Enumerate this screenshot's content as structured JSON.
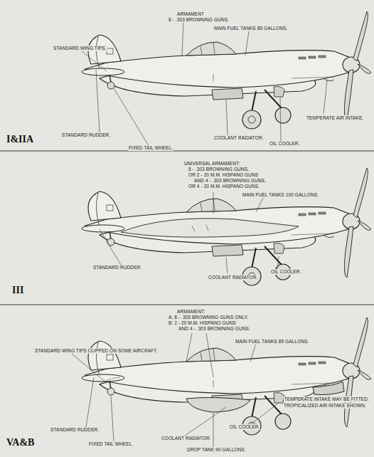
{
  "diagram": {
    "labels": [
      "ARMAMENT",
      "8 - .303 BROWNING GUNS.",
      "MAIN FUEL TANKS 85 GALLONS.",
      "STANDARD WING TIPS.",
      "TEMPERATE AIR INTAKE.",
      "STANDARD RUDDER.",
      "COOLANT RADIATOR.",
      "OIL COOLER.",
      "FIXED TAIL WHEEL.",
      "I&IIA",
      "UNIVERSAL ARMAMENT:",
      "8 - .303 BROWNING GUNS,",
      "OR 2 - 20 M.M. HISPANO GUNS",
      "AND 4 - .303 BROWNING GUNS,",
      "OR 4 - 20 M.M. HISPANO GUNS.",
      "MAIN FUEL TANKS 100 GALLONS.",
      "STANDARD RUDDER.",
      "OIL COOLER.",
      "COOLANT RADIATOR.",
      "III",
      "ARMAMENT:",
      "A: 8 - .303 BROWNING GUNS ONLY.",
      "B: 2 - 20 M.M. HISPANO GUNS",
      "AND 4 - .303 BROWNING GUNS.",
      "MAIN FUEL TANKS 85 GALLONS.",
      "STANDARD WING TIPS CLIPPED ON SOME AIRCRAFT.",
      "TEMPERATE INTAKE MAY BE FITTED.",
      "TROPICALIZED AIR INTAKE SHOWN.",
      "STANDARD RUDDER.",
      "FIXED TAIL WHEEL.",
      "COOLANT RADIATOR.",
      "DROP TANK 90 GALLONS.",
      "OIL COOLER.",
      "VA&B"
    ]
  }
}
